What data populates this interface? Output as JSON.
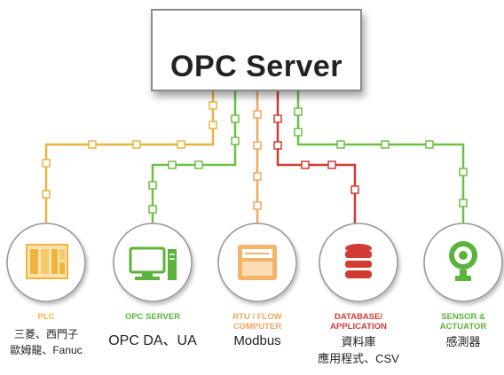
{
  "server": {
    "title": "OPC Server"
  },
  "colors": {
    "plc": "#f0b43c",
    "opc": "#5cb33a",
    "rtu": "#eea860",
    "db": "#d23b32",
    "sensor": "#5cb33a",
    "line_yellow": "#e8b53a",
    "line_green": "#6fbf43",
    "line_red": "#d33a34",
    "circle_border": "#9a9a9a"
  },
  "nodes": [
    {
      "id": "plc",
      "category": "PLC",
      "desc_lines": [
        "三菱、西門子",
        "歐姆龍、Fanuc"
      ],
      "icon": "plc-rack-icon"
    },
    {
      "id": "opc",
      "category": "OPC SERVER",
      "desc_lines": [
        "OPC DA、UA"
      ],
      "icon": "computer-icon"
    },
    {
      "id": "rtu",
      "category_lines": [
        "RTU / FLOW",
        "COMPUTER"
      ],
      "desc_lines": [
        "Modbus"
      ],
      "icon": "flow-computer-icon"
    },
    {
      "id": "db",
      "category_lines": [
        "DATABASE/",
        "APPLICATION"
      ],
      "desc_lines": [
        "資料庫",
        "應用程式、CSV"
      ],
      "icon": "database-icon"
    },
    {
      "id": "sensor",
      "category_lines": [
        "SENSOR &",
        "ACTUATOR"
      ],
      "desc_lines": [
        "感測器"
      ],
      "icon": "sensor-icon"
    }
  ]
}
